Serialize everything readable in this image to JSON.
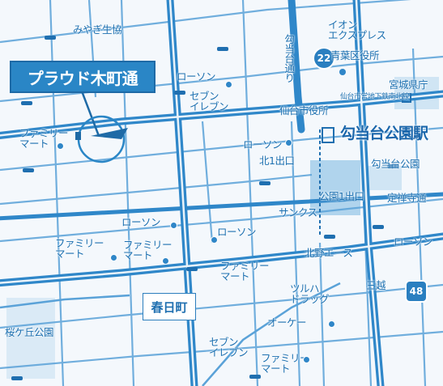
{
  "map": {
    "title": "プラウド木町通",
    "station_box": "春日町",
    "station_name": "勾当台公園駅",
    "routes": [
      "22",
      "48"
    ],
    "labels": {
      "miyagi_seikyo": "みやぎ生協",
      "aeon_express": "イオン\nエクスプレス",
      "koto_dai_dori": "勾当台通り",
      "aoba_ward_office": "青葉区役所",
      "miyagi_pref_office": "宮城県庁",
      "lawson_1": "ローソン",
      "seven_1": "セブン\nイレブン",
      "sendai_city_hall": "仙台市役所",
      "subway_north_exit_top": "仙台市営地下鉄南北線",
      "familymart_1": "ファミリー\nマート",
      "lawson_2": "ローソン",
      "north_exit": "北1出口",
      "koto_dai_park": "勾当台公園",
      "park_exit": "公園1出口",
      "jozenji_dori": "定禅寺通",
      "sunkus": "サンクス",
      "lawson_3": "ローソン",
      "lawson_4": "ローソン",
      "lawson_5": "ローソン",
      "familymart_2": "ファミリー\nマート",
      "familymart_3": "ファミリー\nマート",
      "familymart_4": "ファミリー\nマート",
      "kitano_ace": "北野エース",
      "tsuruha": "ツルハ\nドラッグ",
      "mitsukoshi": "三越",
      "okei": "オーケー",
      "sakuragaoka_park": "桜ケ丘公園",
      "seven_2": "セブン\nイレブン",
      "familymart_5": "ファミリー\nマート"
    }
  }
}
